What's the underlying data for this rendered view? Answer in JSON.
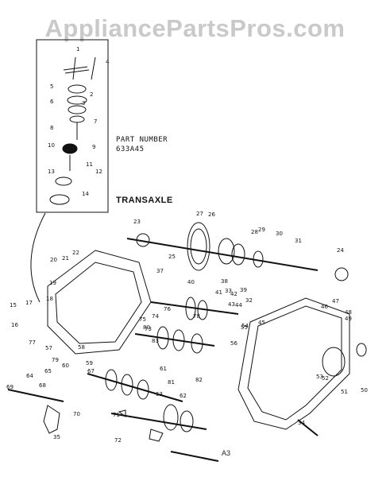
{
  "watermark": "AppliancePartsPros.com",
  "part_number_label": "PART NUMBER",
  "part_number": "633A45",
  "assembly_title": "TRANSAXLE",
  "page_code": "A3",
  "callouts": [
    "1",
    "2",
    "3",
    "4",
    "5",
    "6",
    "7",
    "8",
    "9",
    "10",
    "11",
    "12",
    "13",
    "14",
    "15",
    "16",
    "17",
    "18",
    "19",
    "20",
    "21",
    "22",
    "23",
    "24",
    "25",
    "26",
    "27",
    "28",
    "29",
    "30",
    "31",
    "32",
    "33",
    "34",
    "35",
    "37",
    "38",
    "39",
    "40",
    "41",
    "42",
    "43",
    "44",
    "45",
    "46",
    "47",
    "48",
    "49",
    "50",
    "51",
    "52",
    "53",
    "54",
    "55",
    "56",
    "57",
    "58",
    "59",
    "60",
    "61",
    "62",
    "63",
    "64",
    "65",
    "67",
    "68",
    "69",
    "70",
    "71",
    "72",
    "73",
    "74",
    "75",
    "76",
    "77",
    "78",
    "79",
    "80",
    "81",
    "82",
    "83"
  ]
}
